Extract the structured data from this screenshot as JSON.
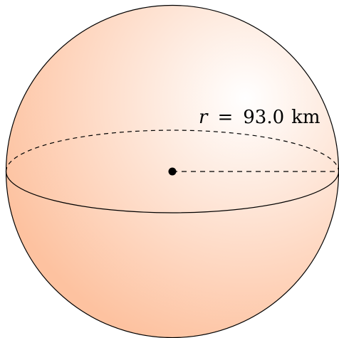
{
  "figure": {
    "shape": "sphere",
    "fill_color_edge": "#fdc2a0",
    "fill_color_highlight": "#ffffff",
    "outline_color": "#000000"
  },
  "radius_label": {
    "variable": "r",
    "equals": "=",
    "value": "93.0",
    "unit": "km"
  },
  "center_point": {
    "color": "#000000"
  }
}
